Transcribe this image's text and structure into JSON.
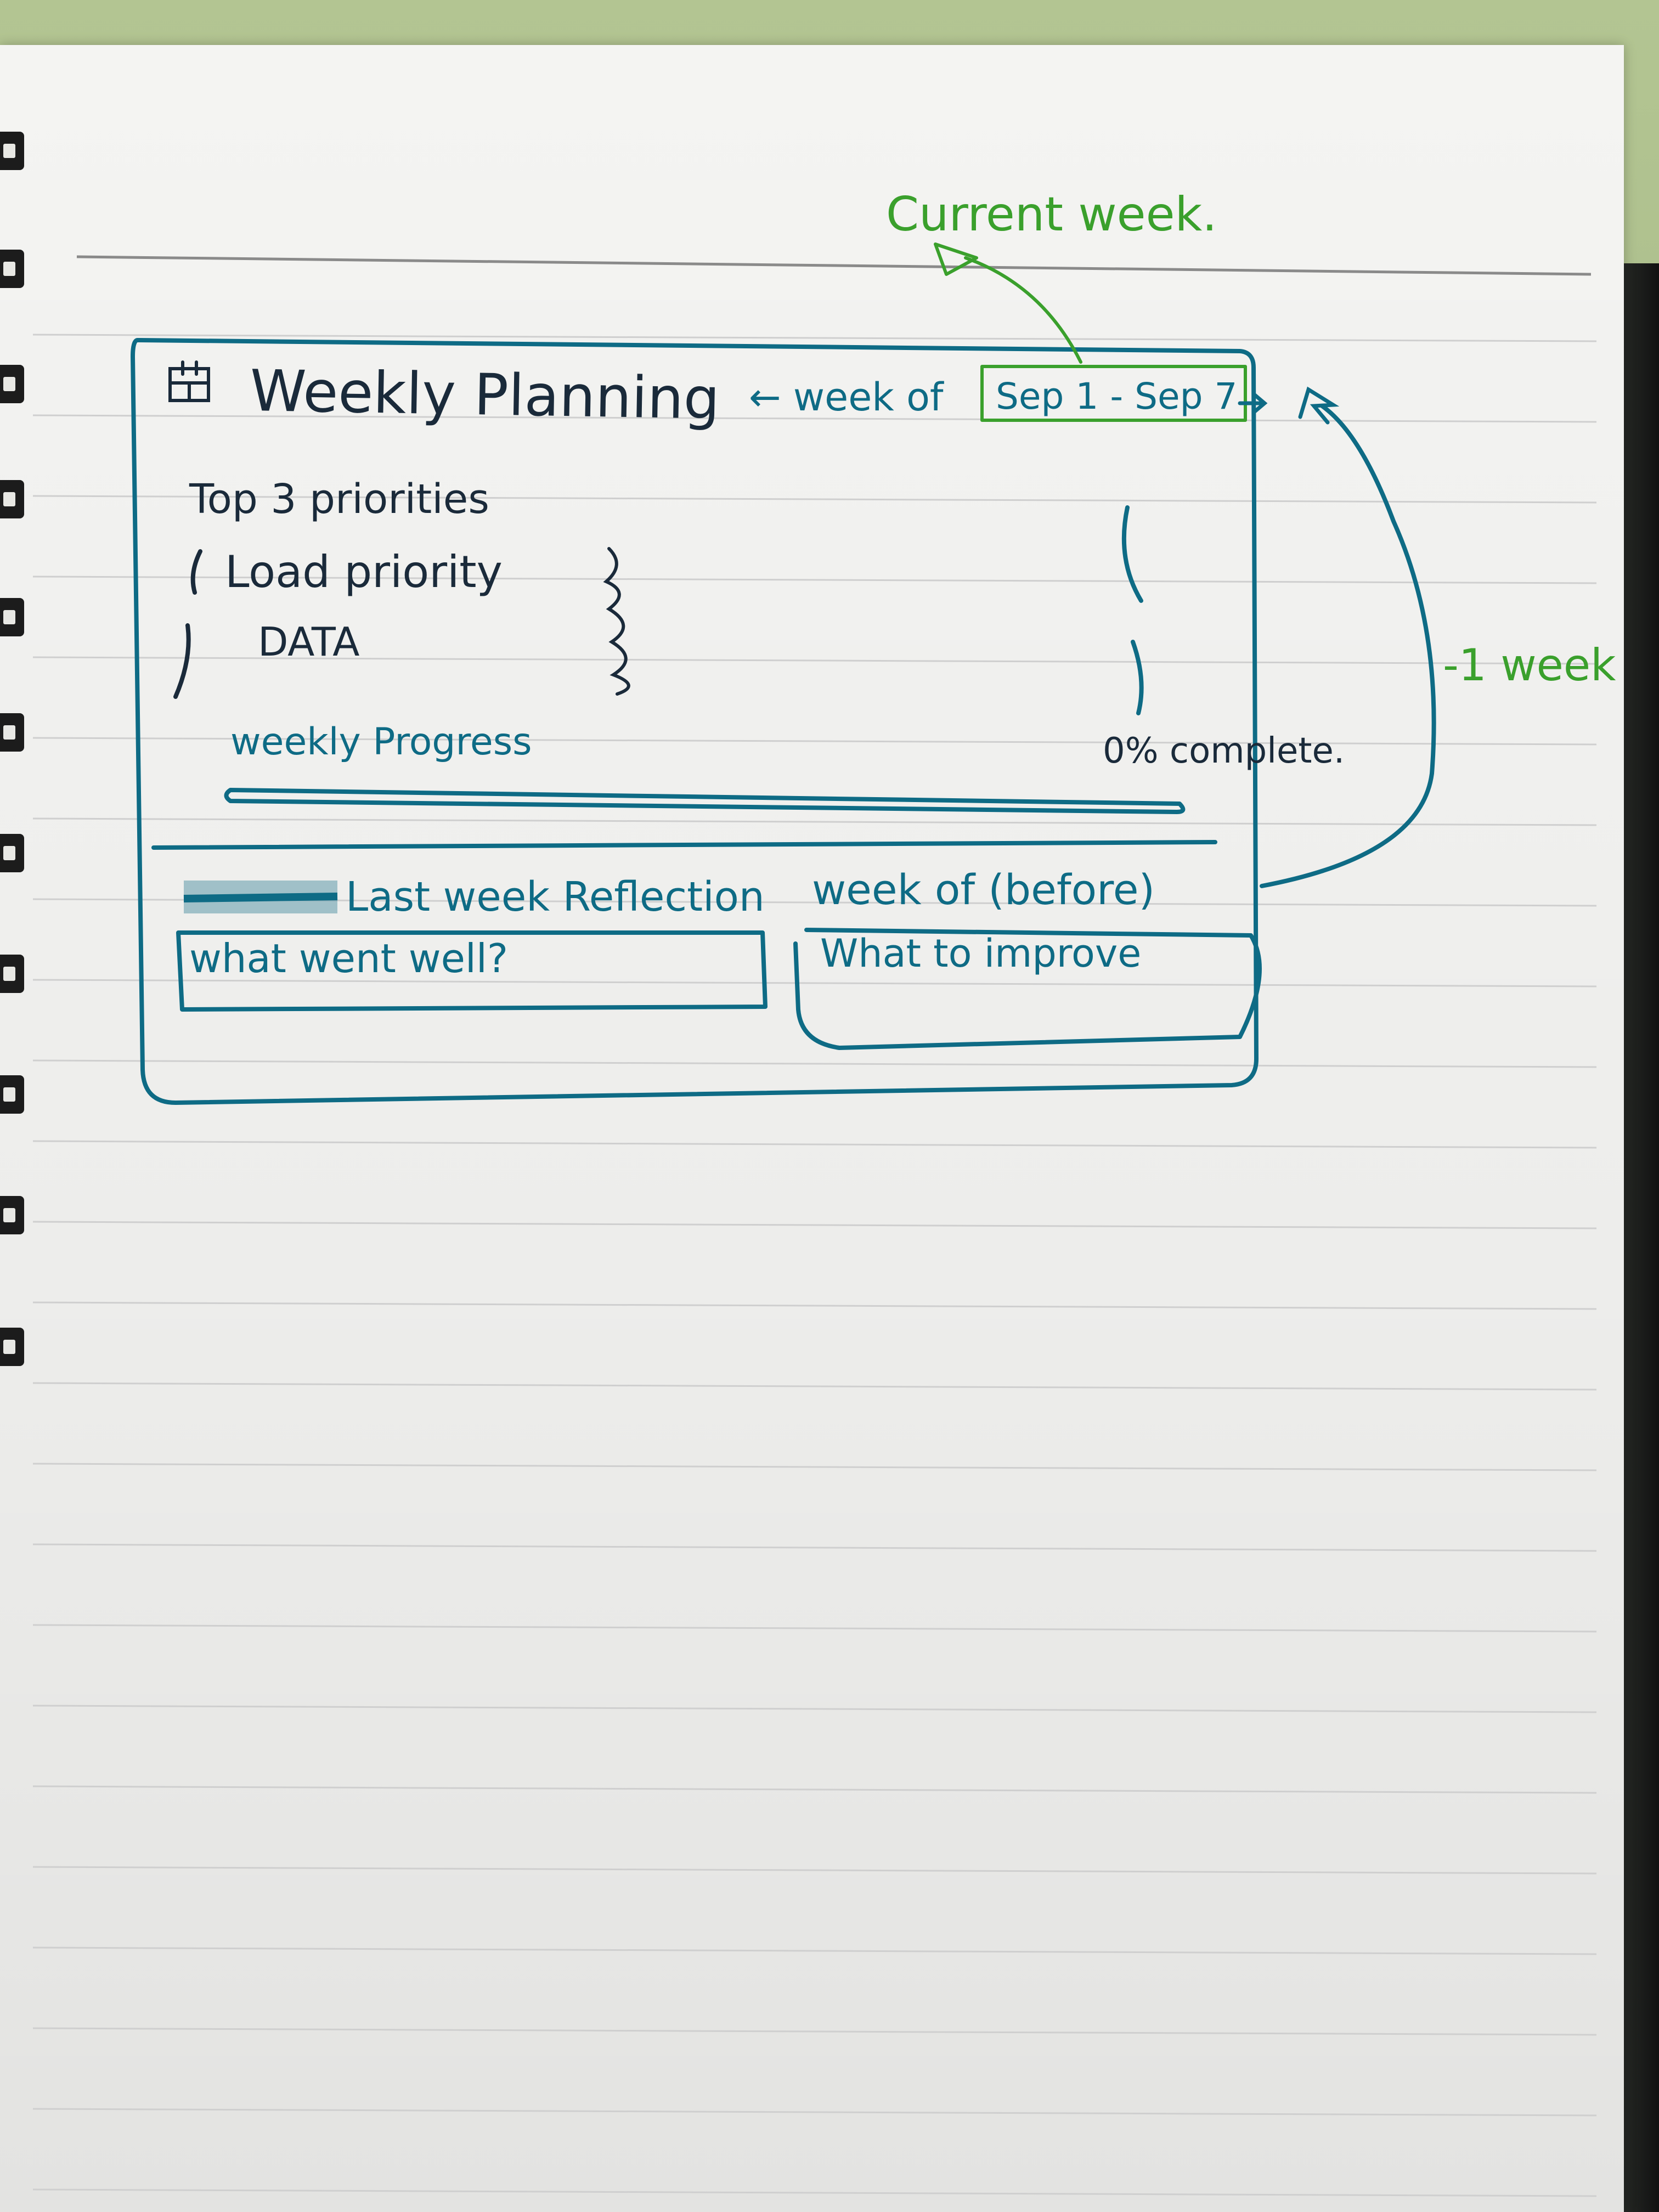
{
  "sketch": {
    "title": "Weekly Planning",
    "week_of_label": "← week of",
    "date_range": "Sep 1 - Sep 7",
    "priorities_heading": "Top 3 priorities",
    "priority_item": "Load priority",
    "data_label": "DATA",
    "progress_label": "weekly Progress",
    "progress_value": "0% complete.",
    "progress_fraction": 0,
    "reflection_heading": "Last week Reflection",
    "reflection_week_label": "week of (before)",
    "went_well_label": "what went well?",
    "improve_label": "What to improve"
  },
  "annotations": {
    "current_week_label": "Current week.",
    "minus_week_label": "-1 week"
  },
  "icons": {
    "calendar": "calendar-icon",
    "next_arrow": "arrow-icon"
  },
  "colors": {
    "blue_ink": "#0e6b85",
    "green_ink": "#3aa02c",
    "dark_ink": "#1a2a3a"
  }
}
